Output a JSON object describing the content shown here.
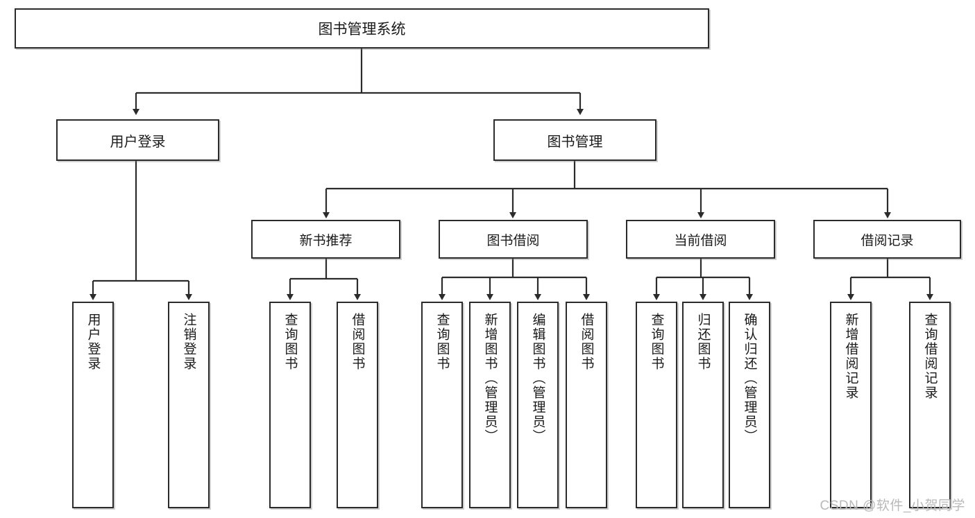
{
  "diagram": {
    "title": "图书管理系统",
    "type": "tree-hierarchy-diagram",
    "root": {
      "label": "图书管理系统"
    },
    "level2": [
      {
        "label": "用户登录"
      },
      {
        "label": "图书管理"
      }
    ],
    "level3": [
      {
        "label": "新书推荐"
      },
      {
        "label": "图书借阅"
      },
      {
        "label": "当前借阅"
      },
      {
        "label": "借阅记录"
      }
    ],
    "leaves": [
      {
        "label": "用户登录"
      },
      {
        "label": "注销登录"
      },
      {
        "label": "查询图书"
      },
      {
        "label": "借阅图书"
      },
      {
        "label": "查询图书"
      },
      {
        "label": "新增图书（管理员）"
      },
      {
        "label": "编辑图书（管理员）"
      },
      {
        "label": "借阅图书"
      },
      {
        "label": "查询图书"
      },
      {
        "label": "归还图书"
      },
      {
        "label": "确认归还（管理员）"
      },
      {
        "label": "新增借阅记录"
      },
      {
        "label": "查询借阅记录"
      }
    ],
    "colors": {
      "stroke": "#2b2b2b",
      "fill": "#ffffff",
      "text": "#1a1a1a",
      "watermark": "#b9b9b9"
    }
  },
  "watermark": {
    "text": "CSDN @软件_小贺同学"
  }
}
